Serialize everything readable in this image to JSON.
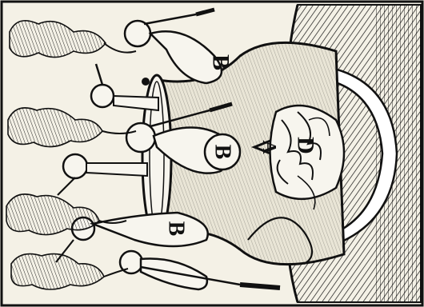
{
  "image": {
    "labels": {
      "b_right": "B",
      "b_center": "B",
      "b_left": "B",
      "a": "A",
      "d": "D"
    },
    "colors": {
      "ink": "#111111",
      "paper": "#f4f1e6",
      "furnace_face": "#e9e5d6",
      "vessel_fill": "#f7f5ee"
    }
  }
}
